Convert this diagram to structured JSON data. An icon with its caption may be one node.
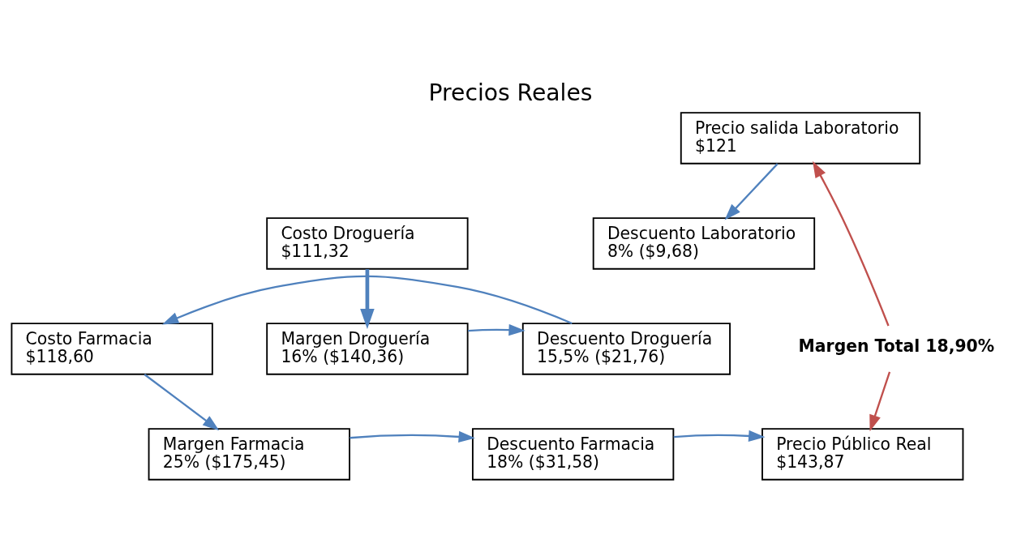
{
  "diagram": {
    "title": "Precios Reales",
    "nodes": [
      {
        "text": [
          "Precio salida Laboratorio",
          "$121"
        ]
      },
      {
        "text": [
          "Descuento Laboratorio",
          "8% ($9,68)"
        ]
      },
      {
        "text": [
          "Costo Droguería",
          "$111,32"
        ]
      },
      {
        "text": [
          "Margen Droguería",
          "16% ($140,36)"
        ]
      },
      {
        "text": [
          "Descuento Droguería",
          "15,5% ($21,76)"
        ]
      },
      {
        "text": [
          "Costo Farmacia",
          "$118,60"
        ]
      },
      {
        "text": [
          "Margen Farmacia",
          "25% ($175,45)"
        ]
      },
      {
        "text": [
          "Descuento Farmacia",
          "18% ($31,58)"
        ]
      },
      {
        "text": [
          "Precio Público Real",
          "$143,87"
        ]
      },
      {
        "text": [
          "Margen Total 18,90%"
        ]
      }
    ],
    "edges": [
      {
        "from": 0,
        "to": 1,
        "arrow": "to"
      },
      {
        "from": 2,
        "to": 3,
        "arrow": "to",
        "style": "thick"
      },
      {
        "from": 3,
        "to": 4,
        "arrow": "to"
      },
      {
        "from": 4,
        "to": 5,
        "arrow": "to"
      },
      {
        "from": 5,
        "to": 6,
        "arrow": "to"
      },
      {
        "from": 6,
        "to": 7,
        "arrow": "to"
      },
      {
        "from": 7,
        "to": 8,
        "arrow": "to"
      },
      {
        "from": 9,
        "to": 0,
        "arrow": "to",
        "color": "#c0504d"
      },
      {
        "from": 9,
        "to": 8,
        "arrow": "to",
        "color": "#c0504d"
      }
    ]
  }
}
